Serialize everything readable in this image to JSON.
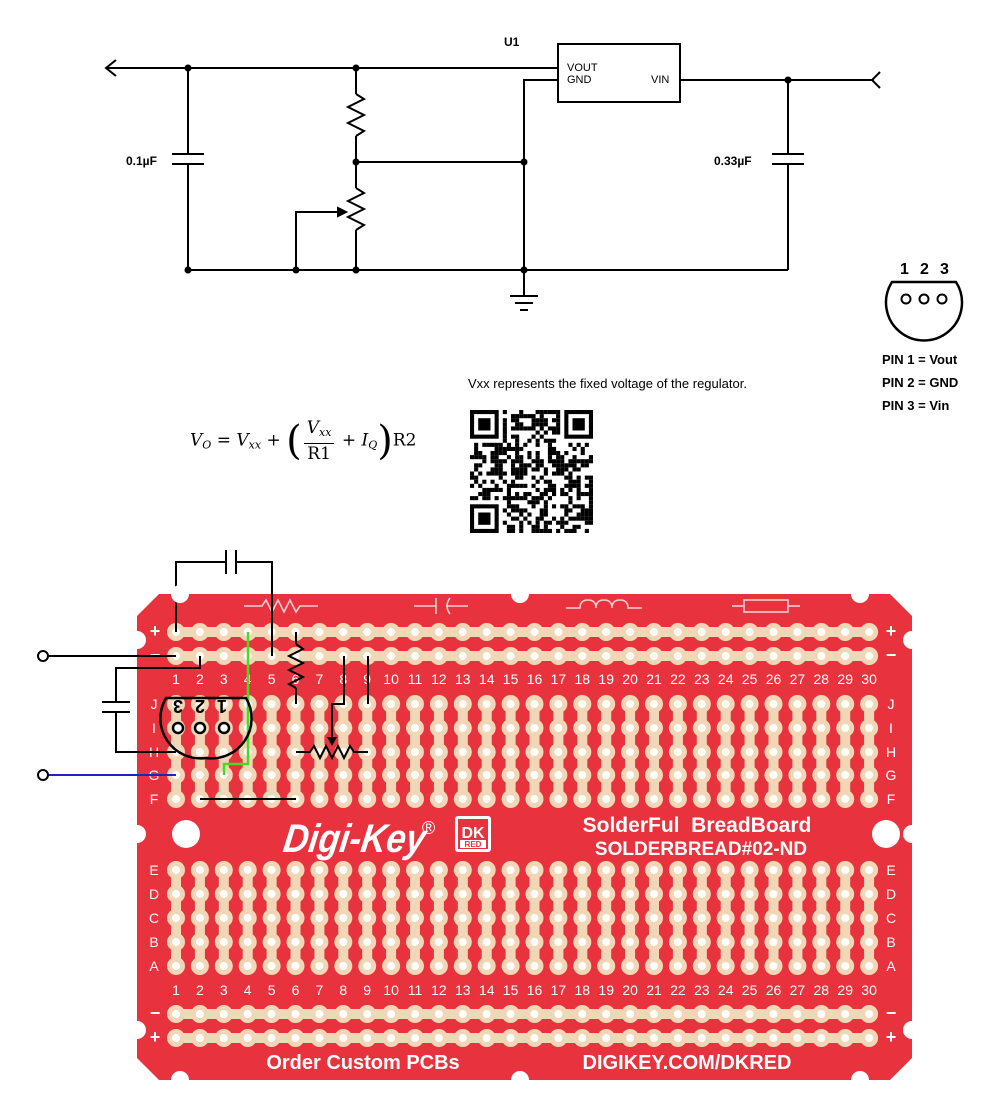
{
  "schematic": {
    "regulator_ref": "U1",
    "regulator_pins": {
      "vout": "VOUT",
      "gnd": "GND",
      "vin": "VIN"
    },
    "cap_out": "0.1µF",
    "cap_in": "0.33µF"
  },
  "pinout": {
    "numbers": [
      "1",
      "2",
      "3"
    ],
    "pins": [
      "PIN 1 = Vout",
      "PIN 2 = GND",
      "PIN 3 = Vin"
    ]
  },
  "note": "Vxx represents the fixed voltage of the regulator.",
  "equation": {
    "lhs": "V",
    "lhs_sub": "O",
    "vxx": "V",
    "vxx_sub": "xx",
    "num": "V",
    "num_sub": "xx",
    "den": "R1",
    "iq": "I",
    "iq_sub": "Q",
    "r2": "R2"
  },
  "board": {
    "columns": [
      "1",
      "2",
      "3",
      "4",
      "5",
      "6",
      "7",
      "8",
      "9",
      "10",
      "11",
      "12",
      "13",
      "14",
      "15",
      "16",
      "17",
      "18",
      "19",
      "20",
      "21",
      "22",
      "23",
      "24",
      "25",
      "26",
      "27",
      "28",
      "29",
      "30"
    ],
    "upper_rows": [
      "J",
      "I",
      "H",
      "G",
      "F"
    ],
    "lower_rows": [
      "E",
      "D",
      "C",
      "B",
      "A"
    ],
    "brand": "Digi-Key",
    "registered": "®",
    "logo_top": "DK",
    "logo_bottom": "RED",
    "product_title": "SolderFul  BreadBoard",
    "product_part": "SOLDERBREAD#02-ND",
    "footer_left": "Order Custom PCBs",
    "footer_right": "DIGIKEY.COM/DKRED",
    "rail_plus": "+",
    "rail_minus": "−",
    "part_pins": [
      "3",
      "2",
      "1"
    ]
  },
  "colors": {
    "board": "#e8333f",
    "pad_ring": "#f2d7b6",
    "pad_hole": "#ffffff",
    "wire_green": "#44dd22",
    "wire_blue": "#1a22cc"
  }
}
